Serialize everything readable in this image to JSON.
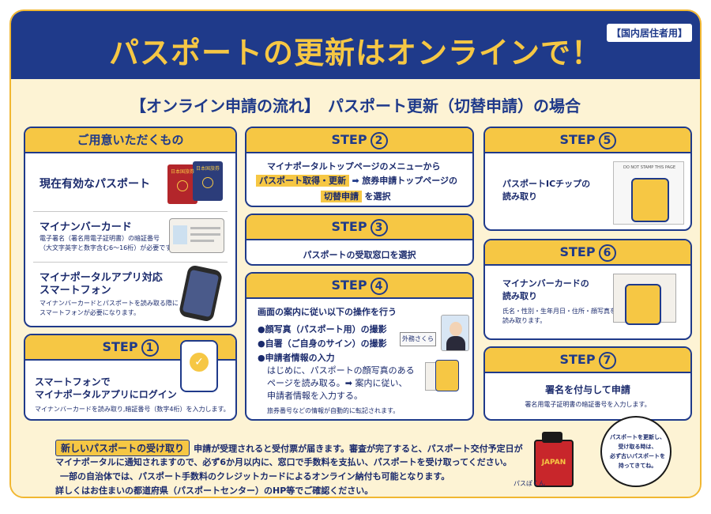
{
  "header": {
    "title": "パスポートの更新はオンラインで！",
    "badge": "【国内居住者用】"
  },
  "subtitle": "【オンライン申請の流れ】　パスポート更新（切替申請）の場合",
  "prep": {
    "heading": "ご用意いただくもの",
    "passport": "現在有効なパスポート",
    "passport_covers": [
      "日本国旅券",
      "日本国旅券"
    ],
    "mynumber_title": "マイナンバーカード",
    "mynumber_note1": "電子署名（署名用電子証明書）の暗証番号",
    "mynumber_note2": "（大文字英字と数字含む6～16桁）が必要です。",
    "smartphone_title1": "マイナポータルアプリ対応",
    "smartphone_title2": "スマートフォン",
    "smartphone_note1": "マイナンバーカードとパスポートを読み取る際に",
    "smartphone_note2": "スマートフォンが必要になります。"
  },
  "steps": {
    "s1": {
      "label": "STEP",
      "num": "1",
      "line1": "スマートフォンで",
      "line2": "マイナポータルアプリにログイン",
      "note": "マイナンバーカードを読み取り,暗証番号（数字4桁）を入力します。"
    },
    "s2": {
      "label": "STEP",
      "num": "2",
      "line1": "マイナポータルトップページのメニューから",
      "hl1": "パスポート取得・更新",
      "arrow": "➡",
      "line2": "旅券申請トップページの",
      "hl2": "切替申請",
      "line3": "を選択"
    },
    "s3": {
      "label": "STEP",
      "num": "3",
      "text": "パスポートの受取窓口を選択"
    },
    "s4": {
      "label": "STEP",
      "num": "4",
      "lead": "画面の案内に従い以下の操作を行う",
      "item1": "●顔写真（パスポート用）の撮影",
      "item2": "●自署（ご自身のサイン）の撮影",
      "item3": "●申請者情報の入力",
      "sub1": "はじめに、パスポートの顔写真のある",
      "sub2": "ページを読み取る。➡ 案内に従い、",
      "sub3": "申請者情報を入力する。",
      "note": "旅券番号などの情報が自動的に転記されます。",
      "sign_label": "外務さくら"
    },
    "s5": {
      "label": "STEP",
      "num": "5",
      "line1": "パスポートICチップの",
      "line2": "読み取り",
      "page_text": "DO NOT STAMP THIS PAGE"
    },
    "s6": {
      "label": "STEP",
      "num": "6",
      "line1": "マイナンバーカードの",
      "line2": "読み取り",
      "note1": "氏名・性別・生年月日・住所・顔写真を",
      "note2": "読み取ります。"
    },
    "s7": {
      "label": "STEP",
      "num": "7",
      "line1": "署名を付与して申請",
      "note": "署名用電子証明書の暗証番号を入力します。"
    }
  },
  "footer": {
    "tag": "新しいパスポートの受け取り",
    "line1": "申請が受理されると受付票が届きます。審査が完了すると、パスポート交付予定日が",
    "line2": "マイナポータルに通知されますので、必ず6か月以内に、窓口で手数料を支払い、パスポートを受け取ってください。",
    "line3": "一部の自治体では、パスポート手数料のクレジットカードによるオンライン納付も可能となります。",
    "line4": "詳しくはお住まいの都道府県（パスポートセンター）のHP等でご確認ください。",
    "bubble": [
      "パスポートを更新し、",
      "受け取る時は、",
      "必ず古いパスポートを",
      "持ってきてね。"
    ],
    "mascot_name": "パスぽくん",
    "mascot_cover": "JAPAN"
  },
  "colors": {
    "navy": "#1f3a8a",
    "yellow": "#f6c744",
    "cream": "#fdf3d4"
  }
}
